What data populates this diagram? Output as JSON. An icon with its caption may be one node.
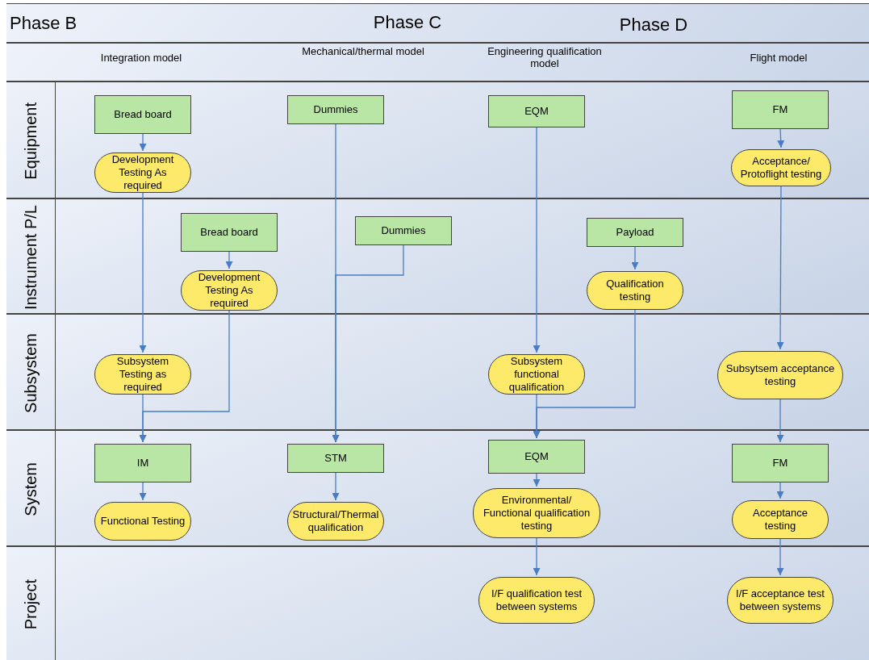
{
  "diagram": {
    "nodes": [
      {
        "text": [
          "Equipment"
        ]
      },
      {
        "text": [
          "Bread board"
        ],
        "in": 0
      },
      {
        "text": [
          "Dummies"
        ],
        "in": 0
      },
      {
        "text": [
          "EQM"
        ],
        "in": 0
      },
      {
        "text": [
          "FM"
        ],
        "in": 0
      },
      {
        "text": [
          "Development Testing As required"
        ],
        "in": 0
      },
      {
        "text": [
          "Acceptance/ Protoflight testing"
        ],
        "in": 0
      },
      {
        "text": [
          "Instrument P/L"
        ]
      },
      {
        "text": [
          "Bread board"
        ],
        "in": 7
      },
      {
        "text": [
          "Dummies"
        ],
        "in": 7
      },
      {
        "text": [
          "Payload"
        ],
        "in": 7
      },
      {
        "text": [
          "Development Testing As required"
        ],
        "in": 7
      },
      {
        "text": [
          "Qualification testing"
        ],
        "in": 7
      },
      {
        "text": [
          "Subsystem"
        ]
      },
      {
        "text": [
          "Subsystem Testing as required"
        ],
        "in": 13
      },
      {
        "text": [
          "Subsystem functional qualification"
        ],
        "in": 13
      },
      {
        "text": [
          "Subsytsem acceptance testing"
        ],
        "in": 13
      },
      {
        "text": [
          "System"
        ]
      },
      {
        "text": [
          "IM"
        ],
        "in": 17
      },
      {
        "text": [
          "STM"
        ],
        "in": 17
      },
      {
        "text": [
          "EQM"
        ],
        "in": 17
      },
      {
        "text": [
          "FM"
        ],
        "in": 17
      },
      {
        "text": [
          "Functional Testing"
        ],
        "in": 17
      },
      {
        "text": [
          "Structural/Thermal qualification"
        ],
        "in": 17
      },
      {
        "text": [
          "Environmental/ Functional qualification testing"
        ],
        "in": 17
      },
      {
        "text": [
          "Acceptance testing"
        ],
        "in": 17
      },
      {
        "text": [
          "Project"
        ]
      },
      {
        "text": [
          "I/F qualification test between systems"
        ],
        "in": 26
      },
      {
        "text": [
          "I/F acceptance test between systems"
        ],
        "in": 26
      }
    ],
    "edges": [
      {
        "from": 1,
        "to": 5,
        "arrow": "to"
      },
      {
        "from": 5,
        "to": 14,
        "arrow": "to"
      },
      {
        "from": 14,
        "to": 18,
        "arrow": "to"
      },
      {
        "from": 8,
        "to": 11,
        "arrow": "to"
      },
      {
        "from": 11,
        "to": 18,
        "arrow": "to"
      },
      {
        "from": 18,
        "to": 22,
        "arrow": "to"
      },
      {
        "from": 2,
        "to": 19,
        "arrow": "to"
      },
      {
        "from": 9,
        "to": 19,
        "arrow": "to"
      },
      {
        "from": 19,
        "to": 23,
        "arrow": "to"
      },
      {
        "from": 3,
        "to": 15,
        "arrow": "to"
      },
      {
        "from": 10,
        "to": 12,
        "arrow": "to"
      },
      {
        "from": 15,
        "to": 20,
        "arrow": "to"
      },
      {
        "from": 12,
        "to": 20,
        "arrow": "to"
      },
      {
        "from": 20,
        "to": 24,
        "arrow": "to"
      },
      {
        "from": 24,
        "to": 27,
        "arrow": "to"
      },
      {
        "from": 4,
        "to": 6,
        "arrow": "to"
      },
      {
        "from": 6,
        "to": 16,
        "arrow": "to"
      },
      {
        "from": 16,
        "to": 21,
        "arrow": "to"
      },
      {
        "from": 21,
        "to": 25,
        "arrow": "to"
      },
      {
        "from": 25,
        "to": 28,
        "arrow": "to"
      }
    ],
    "labels": [
      "Phase B",
      "Phase C",
      "Phase D",
      "Integration model",
      "Mechanical/thermal model",
      "Engineering qualification model",
      "Flight model"
    ]
  }
}
